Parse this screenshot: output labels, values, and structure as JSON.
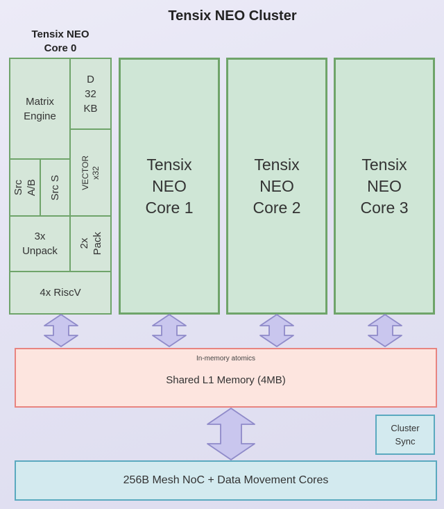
{
  "title": "Tensix NEO Cluster",
  "core0": {
    "label_line1": "Tensix NEO",
    "label_line2": "Core 0",
    "matrix_line1": "Matrix",
    "matrix_line2": "Engine",
    "d_line1": "D",
    "d_line2": "32",
    "d_line3": "KB",
    "src_ab_line1": "Src",
    "src_ab_line2": "A/B",
    "src_s": "Src S",
    "vector_line1": "VECTOR",
    "vector_line2": "x32",
    "unpack_line1": "3x",
    "unpack_line2": "Unpack",
    "pack_line1": "2x",
    "pack_line2": "Pack",
    "riscv": "4x RiscV"
  },
  "cores": [
    {
      "line1": "Tensix",
      "line2": "NEO",
      "line3": "Core 1"
    },
    {
      "line1": "Tensix",
      "line2": "NEO",
      "line3": "Core 2"
    },
    {
      "line1": "Tensix",
      "line2": "NEO",
      "line3": "Core 3"
    }
  ],
  "shared_memory": {
    "atomics": "In-memory atomics",
    "label": "Shared L1 Memory (4MB)"
  },
  "cluster_sync": {
    "line1": "Cluster",
    "line2": "Sync"
  },
  "noc": {
    "label": "256B Mesh NoC + Data Movement Cores"
  },
  "colors": {
    "core_border": "#6fa46a",
    "core_fill": "#cfe6d6",
    "memory_border": "#e88480",
    "memory_fill": "#fde5df",
    "noc_border": "#5aa9bf",
    "noc_fill": "#d3eaef",
    "arrow_fill": "#c9c6ee"
  }
}
